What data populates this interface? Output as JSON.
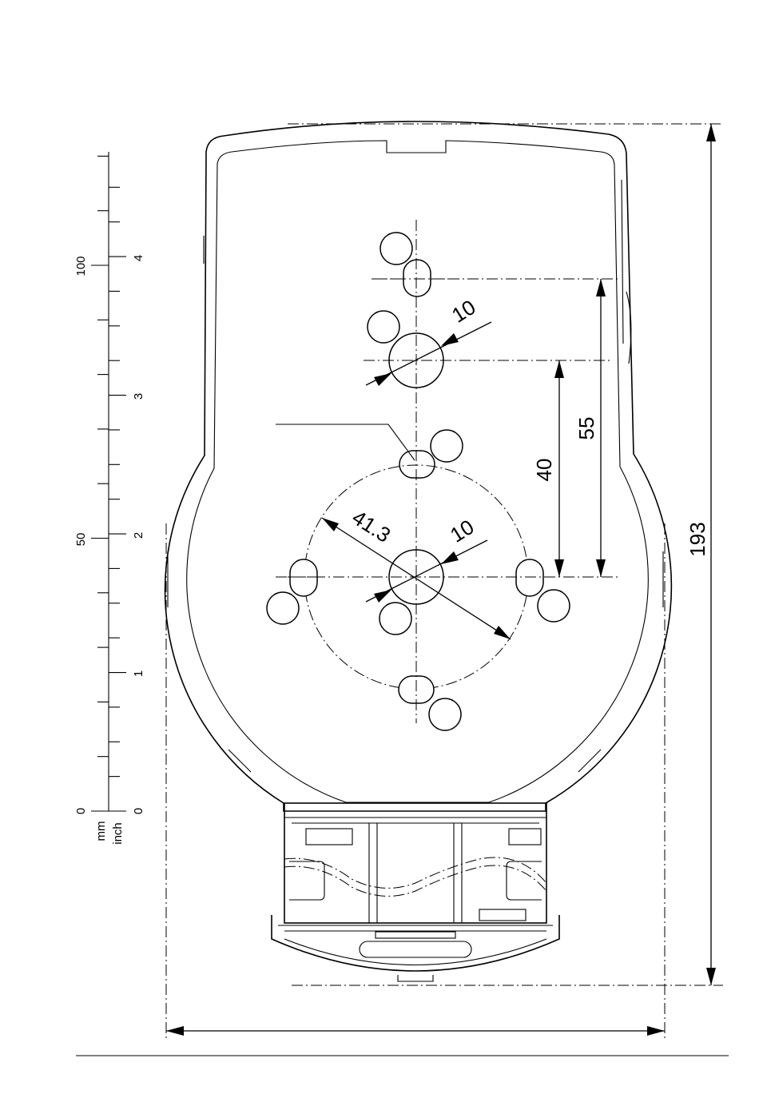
{
  "dimensions": {
    "height_total": "193",
    "dist_55": "55",
    "dist_40": "40",
    "hole_dia_upper": "10",
    "hole_dia_center": "10",
    "pitch_circle": "41.3"
  },
  "scale": {
    "mm_ticks": [
      {
        "value": "0",
        "mm": 0
      },
      {
        "value": "50",
        "mm": 50
      },
      {
        "value": "100",
        "mm": 100
      }
    ],
    "inch_ticks": [
      {
        "value": "0",
        "inch": 0
      },
      {
        "value": "1",
        "inch": 1
      },
      {
        "value": "2",
        "inch": 2
      },
      {
        "value": "3",
        "inch": 3
      },
      {
        "value": "4",
        "inch": 4
      }
    ],
    "unit_mm": "mm",
    "unit_inch": "inch"
  }
}
